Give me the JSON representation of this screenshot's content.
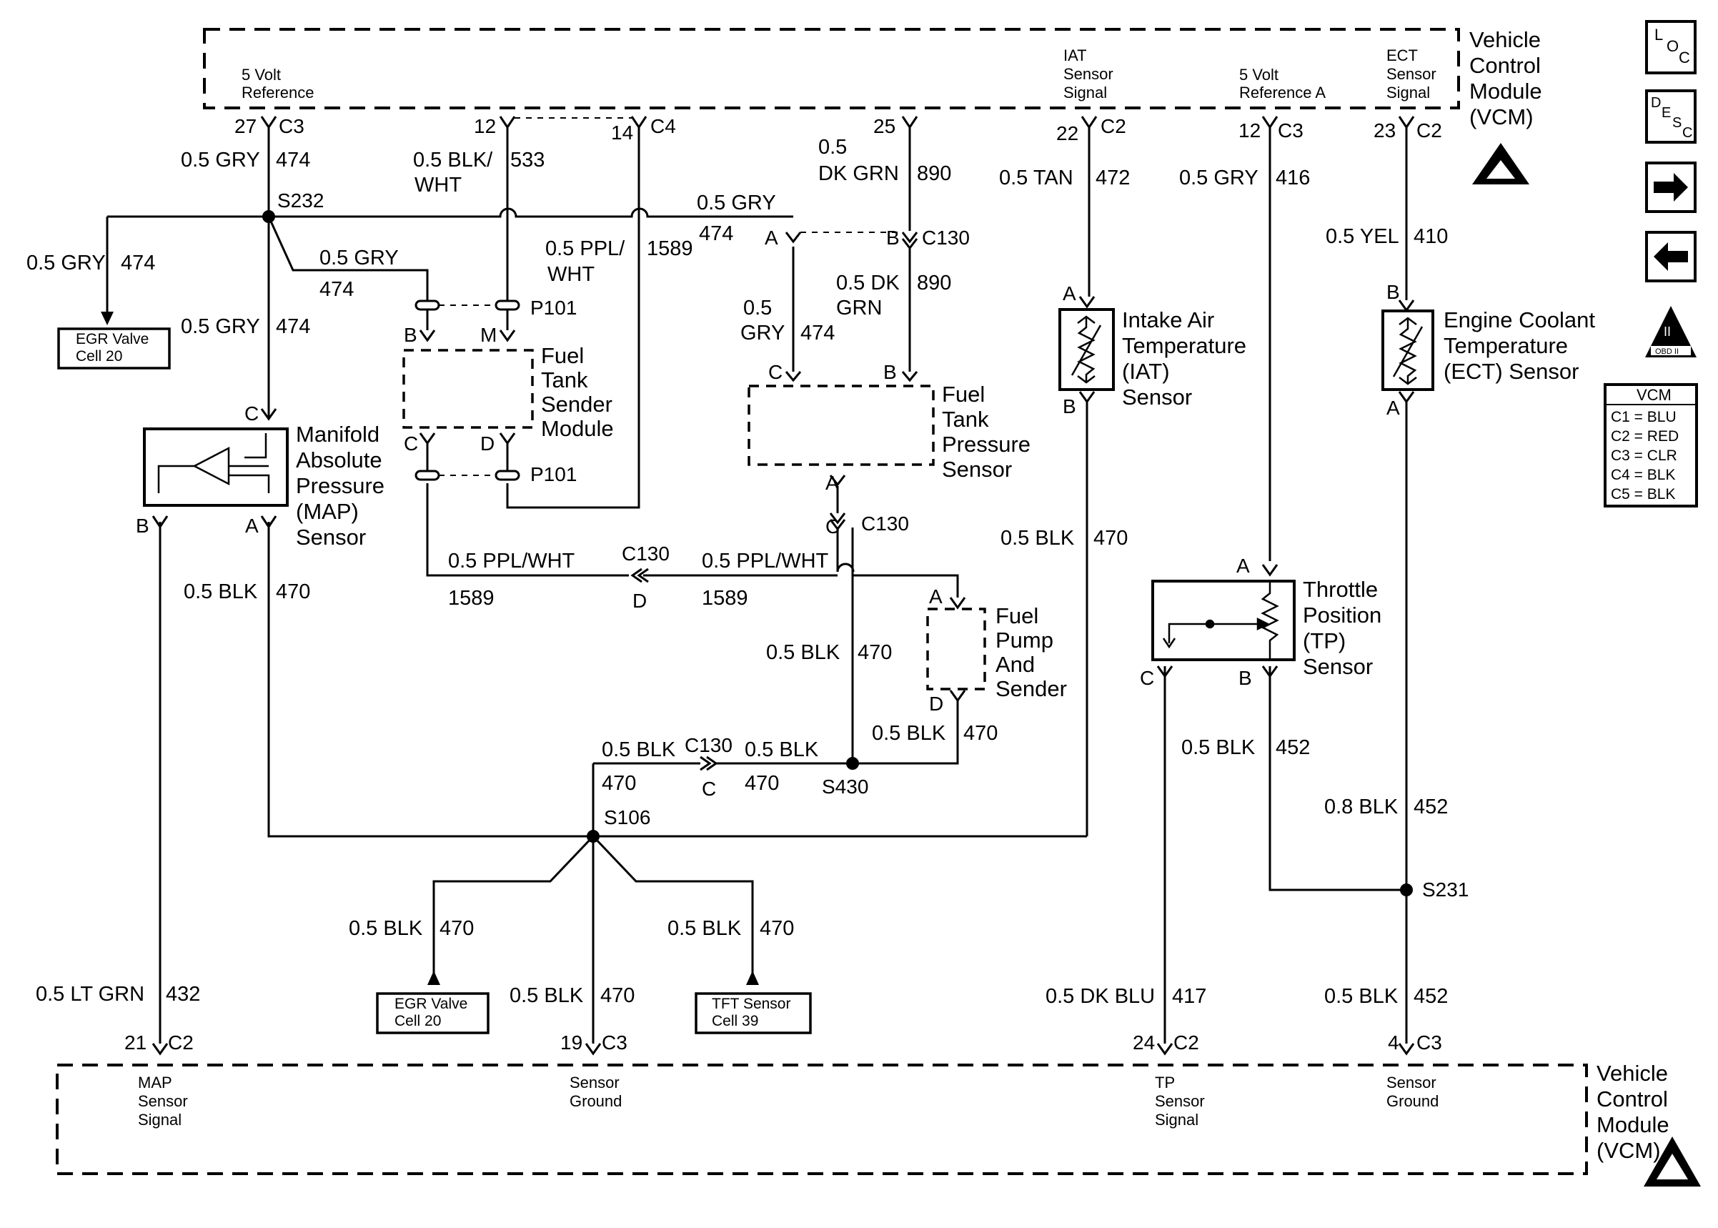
{
  "vcm": {
    "top_title": [
      "Vehicle",
      "Control",
      "Module",
      "(VCM)"
    ],
    "bottom_title": [
      "Vehicle",
      "Control",
      "Module",
      "(VCM)"
    ],
    "top_labels": {
      "ref5": [
        "5 Volt",
        "Reference"
      ],
      "iat": [
        "IAT",
        "Sensor",
        "Signal"
      ],
      "ref5a": [
        "5 Volt",
        "Reference A"
      ],
      "ect": [
        "ECT",
        "Sensor",
        "Signal"
      ]
    },
    "bottom_labels": {
      "map": [
        "MAP",
        "Sensor",
        "Signal"
      ],
      "gnd1": [
        "Sensor",
        "Ground"
      ],
      "tp": [
        "TP",
        "Sensor",
        "Signal"
      ],
      "gnd2": [
        "Sensor",
        "Ground"
      ]
    }
  },
  "pins": {
    "p27": "27",
    "c3a": "C3",
    "p12": "12",
    "p14": "14",
    "c4": "C4",
    "p25": "25",
    "p22": "22",
    "c2a": "C2",
    "p12b": "12",
    "c3b": "C3",
    "p23": "23",
    "c2b": "C2",
    "p21": "21",
    "c2c": "C2",
    "p19": "19",
    "c3c": "C3",
    "p24": "24",
    "c2d": "C2",
    "p4": "4",
    "c3d": "C3"
  },
  "wires": {
    "w474a_size": "0.5 GRY",
    "w474a_num": "474",
    "w533_size": [
      "0.5 BLK/",
      "WHT"
    ],
    "w533_num": "533",
    "w890a_size": [
      "0.5",
      "DK GRN"
    ],
    "w890a_num": "890",
    "w472_size": "0.5 TAN",
    "w472_num": "472",
    "w416_size": "0.5 GRY",
    "w416_num": "416",
    "w410_size": "0.5 YEL",
    "w410_num": "410",
    "w474b_size": "0.5 GRY",
    "w474b_num": "474",
    "w474c_size": "0.5 GRY",
    "w474c_num": "474",
    "w474d_size": "0.5 GRY",
    "w474d_num": "474",
    "w474e_size": "0.5 GRY",
    "w474e_num": "474",
    "w1589a_size": [
      "0.5 PPL/",
      "WHT"
    ],
    "w1589a_num": "1589",
    "w890b_size": [
      "0.5 DK",
      "GRN"
    ],
    "w890b_num": "890",
    "w474f_size": [
      "0.5",
      "GRY"
    ],
    "w474f_num": "474",
    "w470a_size": "0.5 BLK",
    "w470a_num": "470",
    "w470b_size": "0.5 BLK",
    "w470b_num": "470",
    "w1589b_size": "0.5 PPL/WHT",
    "w1589b_num": "1589",
    "w1589c_size": "0.5 PPL/WHT",
    "w1589c_num": "1589",
    "w470c_size": "0.5 BLK",
    "w470c_num": "470",
    "w470d_size": "0.5 BLK",
    "w470d_num": "470",
    "w470e_size": "0.5 BLK",
    "w470e_num": "470",
    "w470f_size": "0.5 BLK",
    "w470f_num": "470",
    "w452a_size": "0.5 BLK",
    "w452a_num": "452",
    "w452b_size": "0.8 BLK",
    "w452b_num": "452",
    "w432_size": "0.5 LT GRN",
    "w432_num": "432",
    "w470g_size": "0.5 BLK",
    "w470g_num": "470",
    "w470h_size": "0.5 BLK",
    "w470h_num": "470",
    "w470i_size": "0.5 BLK",
    "w470i_num": "470",
    "w417_size": "0.5 DK BLU",
    "w417_num": "417",
    "w452c_size": "0.5 BLK",
    "w452c_num": "452"
  },
  "splices": {
    "s232": "S232",
    "s430": "S430",
    "s106": "S106",
    "s231": "S231"
  },
  "connectors": {
    "c130a": "C130",
    "c130b": "C130",
    "c130c": "C130",
    "c130c_pin": "D",
    "c130d": "C130",
    "c130d_pin": "C",
    "p101a": "P101",
    "p101b": "P101",
    "pinA1": "A",
    "pinB1": "B",
    "pinB2": "B",
    "pinM": "M",
    "pinC2": "C",
    "pinD2": "D",
    "pinC3": "C",
    "pinB3": "B",
    "pinA3": "A",
    "pinC4": "C",
    "pinC5": "C",
    "pinB5": "B",
    "pinA5": "A",
    "pinA6": "A",
    "pinD6": "D",
    "pinA7": "A",
    "pinB7": "B",
    "pinB8": "B",
    "pinA8": "A",
    "pinA9": "A",
    "pinC9": "C",
    "pinB9": "B"
  },
  "components": {
    "map": [
      "Manifold",
      "Absolute",
      "Pressure",
      "(MAP)",
      "Sensor"
    ],
    "fts": [
      "Fuel",
      "Tank",
      "Sender",
      "Module"
    ],
    "ftp": [
      "Fuel",
      "Tank",
      "Pressure",
      "Sensor"
    ],
    "iat": [
      "Intake Air",
      "Temperature",
      "(IAT)",
      "Sensor"
    ],
    "ect": [
      "Engine Coolant",
      "Temperature",
      "(ECT) Sensor"
    ],
    "fps": [
      "Fuel",
      "Pump",
      "And",
      "Sender"
    ],
    "tp": [
      "Throttle",
      "Position",
      "(TP)",
      "Sensor"
    ]
  },
  "refs": {
    "egr1": [
      "EGR Valve",
      "Cell 20"
    ],
    "egr2": [
      "EGR Valve",
      "Cell 20"
    ],
    "tft": [
      "TFT Sensor",
      "Cell 39"
    ]
  },
  "sidebar": {
    "loc": [
      "L",
      "O",
      "C"
    ],
    "desc": [
      "D",
      "E",
      "S",
      "C"
    ],
    "obd": [
      "II",
      "OBD II"
    ],
    "vcm_table_title": "VCM",
    "vcm_table": [
      "C1 = BLU",
      "C2 = RED",
      "C3 = CLR",
      "C4 = BLK",
      "C5 = BLK"
    ]
  }
}
